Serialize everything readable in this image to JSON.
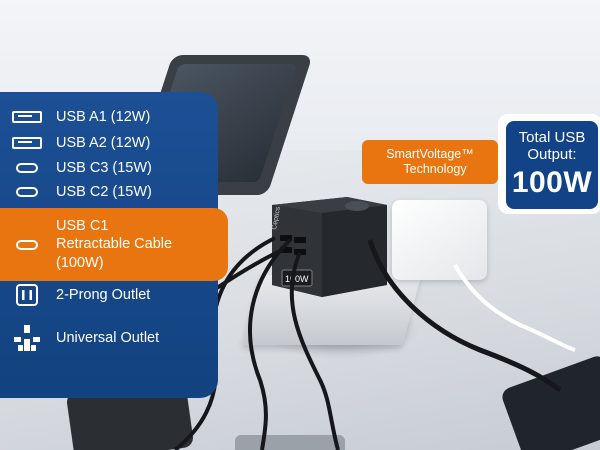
{
  "panel": {
    "items": [
      {
        "icon": "usb-a-port-icon",
        "label": "USB A1 (12W)"
      },
      {
        "icon": "usb-a-port-icon",
        "label": "USB A2 (12W)"
      },
      {
        "icon": "usb-c-port-icon",
        "label": "USB C3 (15W)"
      },
      {
        "icon": "usb-c-port-icon",
        "label": "USB C2 (15W)"
      }
    ],
    "highlight": {
      "icon": "usb-c-port-icon",
      "label_line1": "USB C1",
      "label_line2": "Retractable Cable",
      "label_line3": "(100W)"
    },
    "outlets": [
      {
        "icon": "two-prong-outlet-icon",
        "label": "2-Prong Outlet"
      },
      {
        "icon": "universal-outlet-icon",
        "label": "Universal Outlet"
      }
    ]
  },
  "badges": {
    "smartvoltage_line1": "SmartVoltage™",
    "smartvoltage_line2": "Technology",
    "total_line1": "Total USB",
    "total_line2": "Output:",
    "total_value": "100W"
  },
  "product": {
    "brand": "Ceptics",
    "wattage_label": "100W"
  },
  "colors": {
    "panel_blue": "#1c4f95",
    "accent_orange": "#e8750f",
    "badge_blue": "#124387"
  }
}
